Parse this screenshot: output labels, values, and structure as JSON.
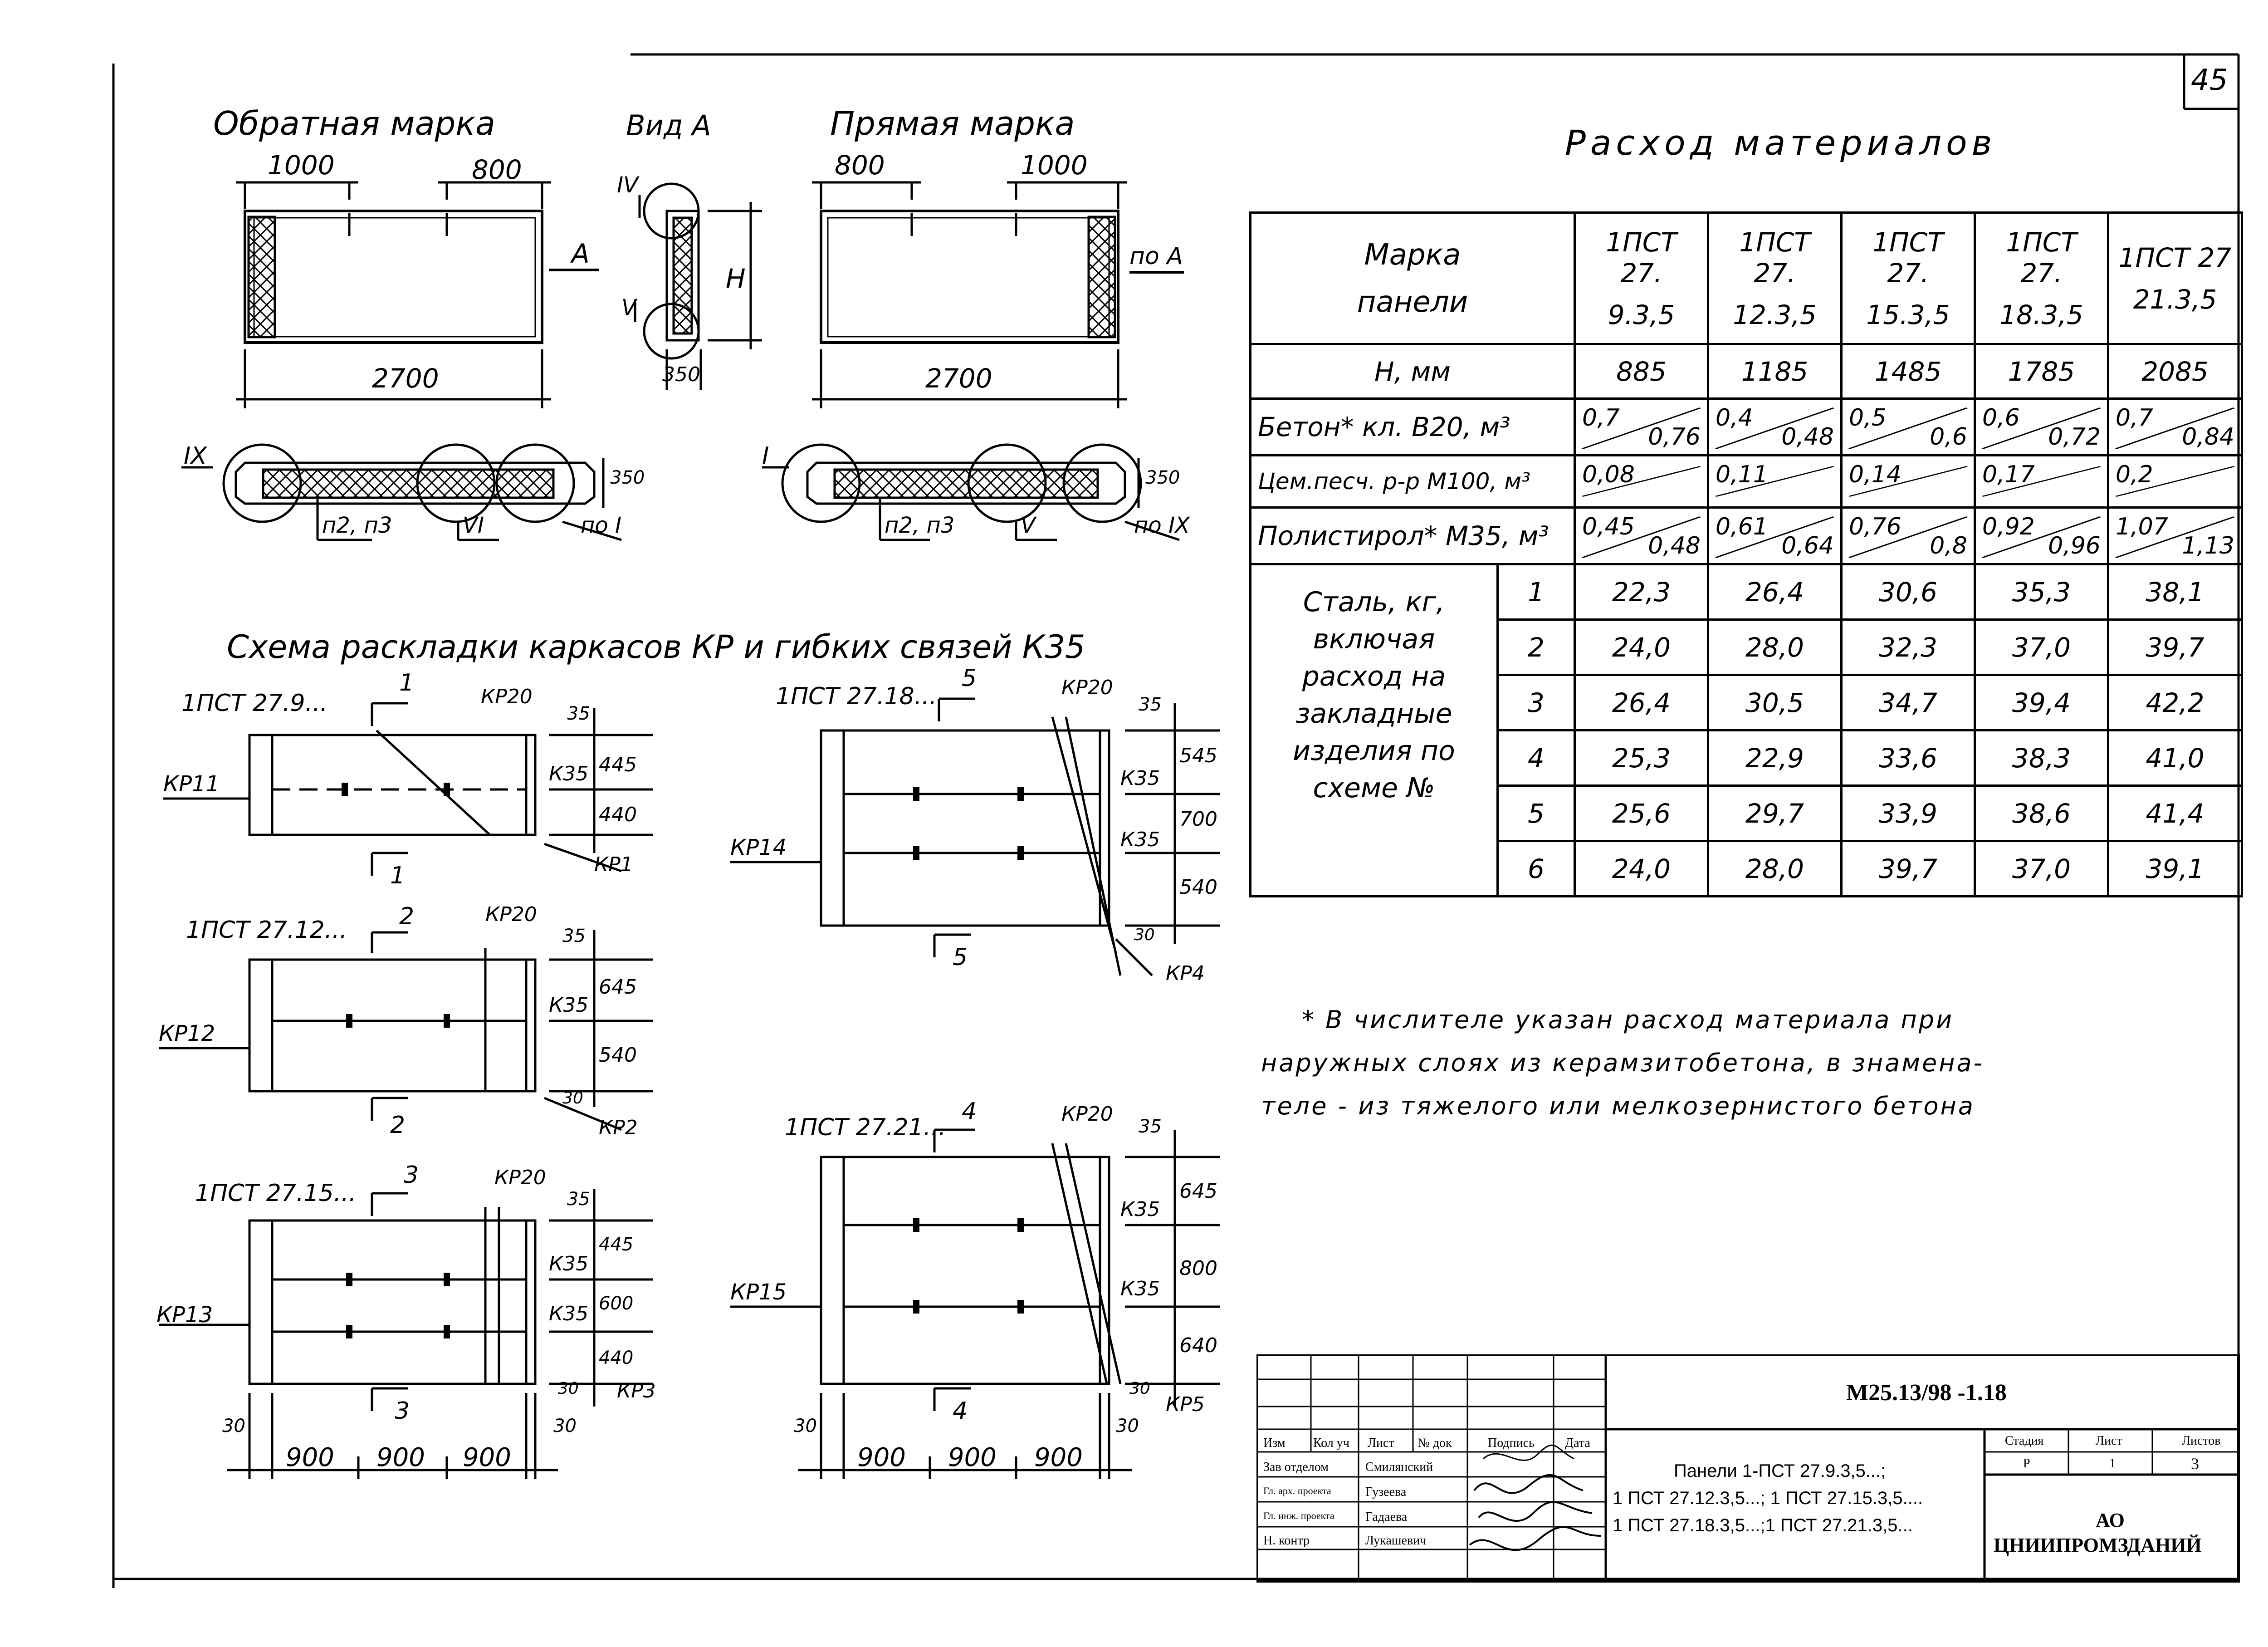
{
  "page_number": "45",
  "drawings": {
    "reverse_mark": {
      "title": "Обратная марка",
      "dim_left": "1000",
      "dim_right": "800",
      "length": "2700",
      "arrow_label": "A"
    },
    "view_a": {
      "title": "Вид А",
      "markers": [
        "IV",
        "V"
      ],
      "height_label": "H",
      "thickness": "350"
    },
    "direct_mark": {
      "title": "Прямая марка",
      "dim_left": "800",
      "dim_right": "1000",
      "length": "2700",
      "arrow_label": "по А"
    },
    "section_left": {
      "marker": "IX",
      "thickness": "350",
      "callouts": [
        "п2, п3",
        "VI",
        "по I"
      ]
    },
    "section_right": {
      "marker": "I",
      "thickness": "350",
      "callouts": [
        "п2, п3",
        "V",
        "по IX"
      ]
    }
  },
  "scheme_title": "Схема раскладки каркасов КР и гибких связей К35",
  "schemes": [
    {
      "mark": "1ПСТ 27.9...",
      "section": "1",
      "side_frame": "КР11",
      "top_frame": "КР20",
      "bottom_label": "КР1",
      "dims": [
        "35",
        "445",
        "440"
      ],
      "link_labels": [
        "К35"
      ]
    },
    {
      "mark": "1ПСТ 27.12...",
      "section": "2",
      "side_frame": "КР12",
      "top_frame": "КР20",
      "bottom_label": "КР2",
      "dims": [
        "35",
        "645",
        "540",
        "30"
      ],
      "link_labels": [
        "К35"
      ]
    },
    {
      "mark": "1ПСТ 27.15...",
      "section": "3",
      "side_frame": "КР13",
      "top_frame": "КР20",
      "bottom_label": "КР3",
      "dims": [
        "35",
        "445",
        "600",
        "440",
        "30"
      ],
      "link_labels": [
        "К35",
        "К35"
      ]
    },
    {
      "mark": "1ПСТ 27.18...",
      "section": "5",
      "side_frame": "КР14",
      "top_frame": "КР20",
      "bottom_label": "КР4",
      "dims": [
        "35",
        "545",
        "700",
        "540",
        "30"
      ],
      "link_labels": [
        "К35",
        "К35"
      ]
    },
    {
      "mark": "1ПСТ 27.21...",
      "section": "4",
      "side_frame": "КР15",
      "top_frame": "КР20",
      "bottom_label": "КР5",
      "dims": [
        "35",
        "645",
        "800",
        "640",
        "30"
      ],
      "link_labels": [
        "К35",
        "К35"
      ]
    }
  ],
  "bottom_dims_left": [
    "30",
    "900",
    "900",
    "900",
    "30"
  ],
  "bottom_dims_right": [
    "30",
    "900",
    "900",
    "900",
    "30"
  ],
  "materials": {
    "title": "Расход материалов",
    "header_label": [
      "Марка",
      "панели"
    ],
    "panels": [
      [
        "1ПСТ 27.",
        "9.3,5"
      ],
      [
        "1ПСТ 27.",
        "12.3,5"
      ],
      [
        "1ПСТ 27.",
        "15.3,5"
      ],
      [
        "1ПСТ 27.",
        "18.3,5"
      ],
      [
        "1ПСТ 27",
        "21.3,5"
      ]
    ],
    "h_row": {
      "label": "H, мм",
      "values": [
        "885",
        "1185",
        "1485",
        "1785",
        "2085"
      ]
    },
    "concrete_row": {
      "label": "Бетон* кл. В20, м³",
      "values": [
        [
          "0,7",
          "0,76"
        ],
        [
          "0,4",
          "0,48"
        ],
        [
          "0,5",
          "0,6"
        ],
        [
          "0,6",
          "0,72"
        ],
        [
          "0,7",
          "0,84"
        ]
      ]
    },
    "mortar_row": {
      "label": "Цем.песч. р-р М100, м³",
      "values": [
        "0,08",
        "0,11",
        "0,14",
        "0,17",
        "0,2"
      ]
    },
    "polystyrene_row": {
      "label": "Полистирол* М35, м³",
      "values": [
        [
          "0,45",
          "0,48"
        ],
        [
          "0,61",
          "0,64"
        ],
        [
          "0,76",
          "0,8"
        ],
        [
          "0,92",
          "0,96"
        ],
        [
          "1,07",
          "1,13"
        ]
      ]
    },
    "steel_label": [
      "Сталь, кг,",
      "включая",
      "расход на",
      "закладные",
      "изделия по",
      "схеме №"
    ],
    "steel_rows": [
      {
        "n": "1",
        "values": [
          "22,3",
          "26,4",
          "30,6",
          "35,3",
          "38,1"
        ]
      },
      {
        "n": "2",
        "values": [
          "24,0",
          "28,0",
          "32,3",
          "37,0",
          "39,7"
        ]
      },
      {
        "n": "3",
        "values": [
          "26,4",
          "30,5",
          "34,7",
          "39,4",
          "42,2"
        ]
      },
      {
        "n": "4",
        "values": [
          "25,3",
          "22,9",
          "33,6",
          "38,3",
          "41,0"
        ]
      },
      {
        "n": "5",
        "values": [
          "25,6",
          "29,7",
          "33,9",
          "38,6",
          "41,4"
        ]
      },
      {
        "n": "6",
        "values": [
          "24,0",
          "28,0",
          "39,7",
          "37,0",
          "39,1"
        ]
      }
    ]
  },
  "note": [
    "* В числителе указан расход материала при",
    "наружных слоях из керамзитобетона, в знамена-",
    "теле - из тяжелого или мелкозернистого бетона"
  ],
  "title_block": {
    "code": "М25.13/98 -1.18",
    "header_cells": [
      "Изм",
      "Кол уч",
      "Лист",
      "№ док",
      "Подпись",
      "Дата"
    ],
    "staff": [
      {
        "role": "Зав отделом",
        "name": "Смилянский"
      },
      {
        "role": "Гл. арх. проекта",
        "name": "Гузеева"
      },
      {
        "role": "Гл. инж. проекта",
        "name": "Гадаева"
      },
      {
        "role": "Н. контр",
        "name": "Лукашевич"
      }
    ],
    "description": [
      "Панели 1-ПСТ 27.9.3,5...;",
      "1 ПСТ 27.12.3,5...; 1 ПСТ 27.15.3,5....",
      "1 ПСТ 27.18.3,5...;1 ПСТ 27.21.3,5..."
    ],
    "stage_label": "Стадия",
    "sheet_label": "Лист",
    "sheets_label": "Листов",
    "stage": "Р",
    "sheet": "1",
    "sheets": "3",
    "org": [
      "АО",
      "ЦНИИПРОМЗДАНИЙ"
    ]
  }
}
